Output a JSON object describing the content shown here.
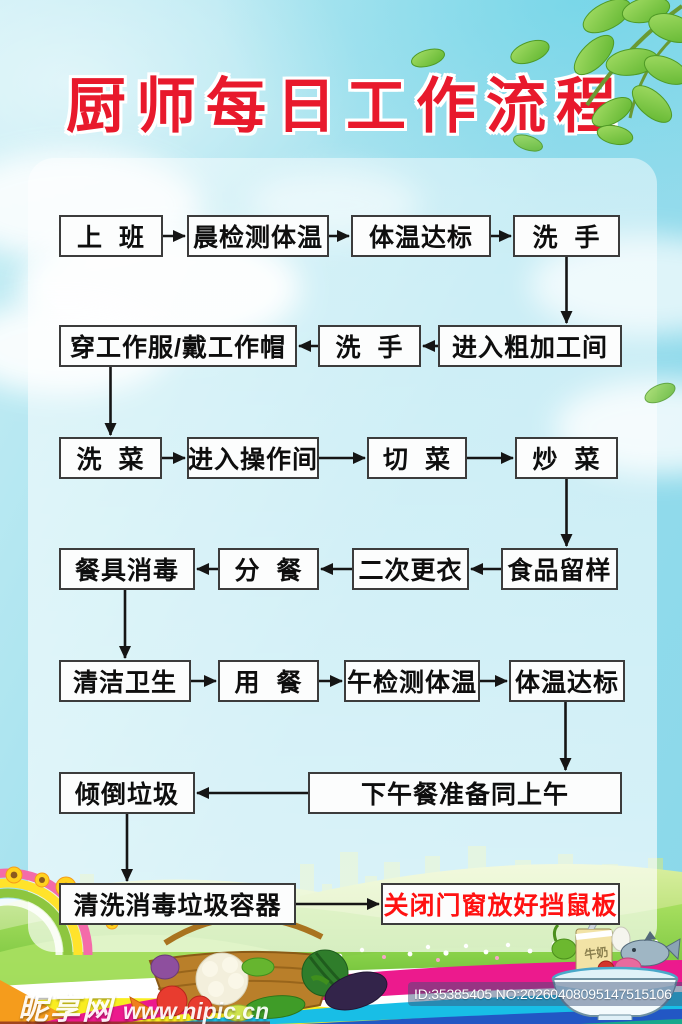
{
  "title": "厨师每日工作流程",
  "flow": {
    "nodes": [
      {
        "id": "shangban",
        "label": "上  班"
      },
      {
        "id": "chenjian",
        "label": "晨检测体温"
      },
      {
        "id": "tiwen1",
        "label": "体温达标"
      },
      {
        "id": "xishou1",
        "label": "洗  手"
      },
      {
        "id": "chuanyi",
        "label": "穿工作服/戴工作帽"
      },
      {
        "id": "xishou2",
        "label": "洗  手"
      },
      {
        "id": "cujiagong",
        "label": "进入粗加工间"
      },
      {
        "id": "xicai",
        "label": "洗  菜"
      },
      {
        "id": "caozuojian",
        "label": "进入操作间"
      },
      {
        "id": "qiecai",
        "label": "切  菜"
      },
      {
        "id": "chaocai",
        "label": "炒  菜"
      },
      {
        "id": "canju",
        "label": "餐具消毒"
      },
      {
        "id": "fencan",
        "label": "分  餐"
      },
      {
        "id": "gengyi",
        "label": "二次更衣"
      },
      {
        "id": "liuyang",
        "label": "食品留样"
      },
      {
        "id": "qingjie",
        "label": "清洁卫生"
      },
      {
        "id": "yongcan",
        "label": "用  餐"
      },
      {
        "id": "wujian",
        "label": "午检测体温"
      },
      {
        "id": "tiwen2",
        "label": "体温达标"
      },
      {
        "id": "qingdao",
        "label": "倾倒垃圾"
      },
      {
        "id": "xiawu",
        "label": "下午餐准备同上午"
      },
      {
        "id": "qingxi",
        "label": "清洗消毒垃圾容器"
      },
      {
        "id": "guanbi",
        "label": "关闭门窗放好挡鼠板",
        "accent": "red"
      }
    ],
    "edges": [
      {
        "from": "shangban",
        "to": "chenjian"
      },
      {
        "from": "chenjian",
        "to": "tiwen1"
      },
      {
        "from": "tiwen1",
        "to": "xishou1"
      },
      {
        "from": "xishou1",
        "to": "cujiagong"
      },
      {
        "from": "cujiagong",
        "to": "xishou2"
      },
      {
        "from": "xishou2",
        "to": "chuanyi"
      },
      {
        "from": "chuanyi",
        "to": "xicai"
      },
      {
        "from": "xicai",
        "to": "caozuojian"
      },
      {
        "from": "caozuojian",
        "to": "qiecai"
      },
      {
        "from": "qiecai",
        "to": "chaocai"
      },
      {
        "from": "chaocai",
        "to": "liuyang"
      },
      {
        "from": "liuyang",
        "to": "gengyi"
      },
      {
        "from": "gengyi",
        "to": "fencan"
      },
      {
        "from": "fencan",
        "to": "canju"
      },
      {
        "from": "canju",
        "to": "qingjie"
      },
      {
        "from": "qingjie",
        "to": "yongcan"
      },
      {
        "from": "yongcan",
        "to": "wujian"
      },
      {
        "from": "wujian",
        "to": "tiwen2"
      },
      {
        "from": "tiwen2",
        "to": "xiawu"
      },
      {
        "from": "xiawu",
        "to": "qingdao"
      },
      {
        "from": "qingdao",
        "to": "qingxi"
      },
      {
        "from": "qingxi",
        "to": "guanbi"
      }
    ]
  },
  "bowl_label": "牛奶",
  "watermark": {
    "site_name": "昵享网",
    "site_url": "www.nipic.cn",
    "image_id": "ID:35385405 NO:20260408095147515106"
  },
  "colors": {
    "title_red": "#e8192c",
    "highlight_red": "#ff1111",
    "box_border": "#3c3c3c",
    "arrow_black": "#151515",
    "leaf_green": "#7cc53f",
    "grass_green": "#5cb32a",
    "stripe_orange": "#f59c1c",
    "stripe_yellow": "#f9ed21",
    "stripe_magenta": "#ec1a8d",
    "stripe_cyan": "#18bee6",
    "stripe_blue": "#2257c4"
  }
}
